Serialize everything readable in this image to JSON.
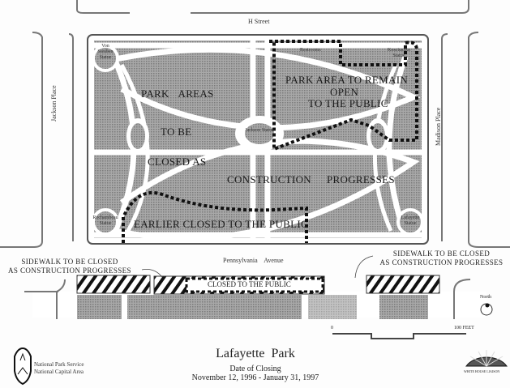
{
  "streets": {
    "north": "H Street",
    "west": "Jackson Place",
    "east": "Madison Place",
    "south": "Pennsylvania Avenue"
  },
  "park_labels": {
    "closed_1": "PARK AREAS",
    "closed_2": "TO BE",
    "closed_3": "CLOSED AS",
    "closed_4": "CONSTRUCTION",
    "closed_5": "PROGRESSES",
    "earlier": "EARLIER CLOSED TO THE PUBLIC",
    "open_1": "PARK AREA TO REMAIN",
    "open_2": "OPEN",
    "open_3": "TO THE PUBLIC"
  },
  "landmarks": {
    "von_steuben": "Von Steuben Statue",
    "restrooms": "Restrooms",
    "kosciuszko": "Kosciuszko Statue",
    "jackson": "Jackson Statue",
    "rochambeau": "Rochambeau Statue",
    "lafayette": "Lafayette Statue"
  },
  "sidewalk": {
    "left_note_1": "SIDEWALK TO BE CLOSED",
    "left_note_2": "AS CONSTRUCTION PROGRESSES",
    "right_note_1": "SIDEWALK TO BE CLOSED",
    "right_note_2": "AS CONSTRUCTION PROGRESSES",
    "closed": "CLOSED TO THE PUBLIC"
  },
  "north_arrow": "North",
  "scale": {
    "start": "0",
    "end": "100 FEET"
  },
  "footer": {
    "agency_1": "National Park Service",
    "agency_2": "National Capital Area",
    "title": "Lafayette Park",
    "subtitle": "Date of Closing",
    "dates": "November 12, 1996 - January 31, 1997",
    "logo_text": "WHITE HOUSE LIAISON"
  }
}
